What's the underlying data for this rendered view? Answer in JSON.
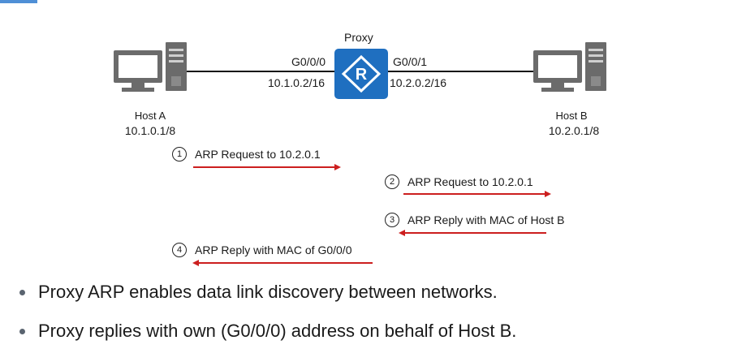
{
  "diagram": {
    "router_label": "Proxy",
    "left_interface": {
      "name": "G0/0/0",
      "ip": "10.1.0.2/16"
    },
    "right_interface": {
      "name": "G0/0/1",
      "ip": "10.2.0.2/16"
    },
    "host_a": {
      "label": "Host A",
      "ip": "10.1.0.1/8"
    },
    "host_b": {
      "label": "Host B",
      "ip": "10.2.0.1/8"
    },
    "steps": [
      {
        "num": "1",
        "text": "ARP Request  to 10.2.0.1",
        "direction": "right"
      },
      {
        "num": "2",
        "text": "ARP Request to 10.2.0.1",
        "direction": "right"
      },
      {
        "num": "3",
        "text": "ARP Reply with MAC of Host B",
        "direction": "left"
      },
      {
        "num": "4",
        "text": "ARP Reply with MAC of G0/0/0",
        "direction": "left"
      }
    ],
    "colors": {
      "arrow": "#cc1f1f",
      "router": "#1f6fc0",
      "computer": "#707070"
    }
  },
  "bullets": [
    "Proxy ARP enables data link discovery between networks.",
    "Proxy replies with own (G0/0/0) address on behalf of Host B."
  ]
}
